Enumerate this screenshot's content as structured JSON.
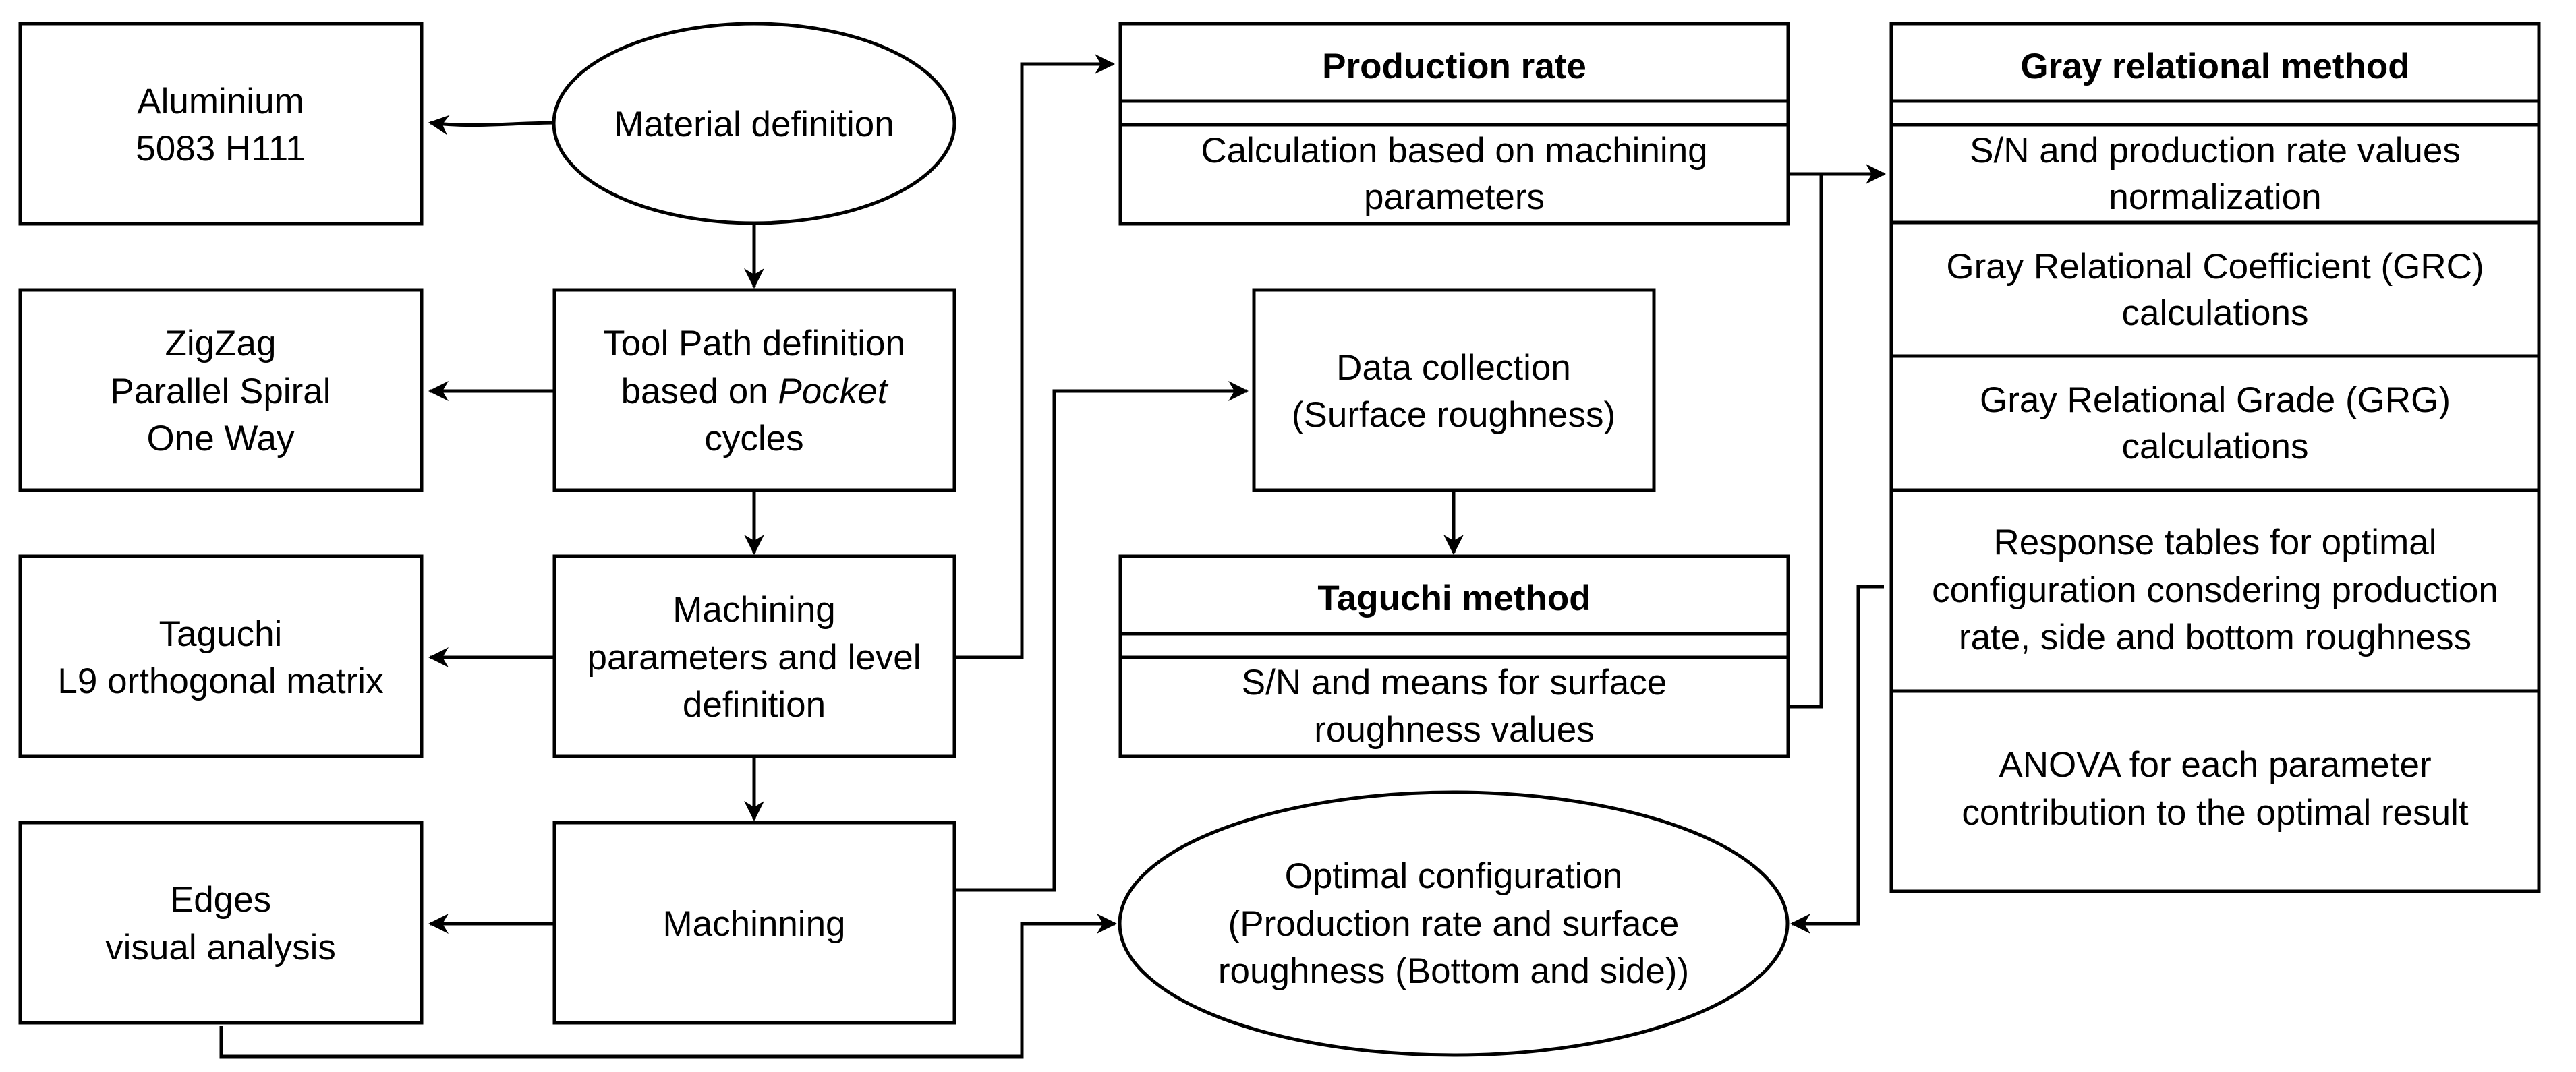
{
  "material": {
    "aluminium": [
      "Aluminium",
      "5083 H111"
    ],
    "definition": "Material definition"
  },
  "toolpath": {
    "strategies": [
      "ZigZag",
      "Parallel Spiral",
      "One Way"
    ],
    "definition_line1": "Tool Path definition",
    "definition_line2_prefix": "based on ",
    "definition_line2_italic": "Pocket",
    "definition_line3": "cycles"
  },
  "parameters": {
    "taguchi": [
      "Taguchi",
      "L9 orthogonal matrix"
    ],
    "definition": [
      "Machining",
      "parameters and level",
      "definition"
    ]
  },
  "machining": {
    "edges": [
      "Edges",
      "visual analysis"
    ],
    "process": "Machinning"
  },
  "production_rate": {
    "title": "Production rate",
    "body": [
      "Calculation based on machining",
      "parameters"
    ]
  },
  "data_collection": [
    "Data collection",
    "(Surface roughness)"
  ],
  "taguchi_method": {
    "title": "Taguchi method",
    "body": [
      "S/N and means for surface",
      "roughness values"
    ]
  },
  "optimal": [
    "Optimal configuration",
    "(Production rate and surface",
    "roughness (Bottom and side))"
  ],
  "gray_relational": {
    "title": "Gray relational method",
    "step1": [
      "S/N and production rate values",
      "normalization"
    ],
    "step2": [
      "Gray Relational Coefficient (GRC)",
      "calculations"
    ],
    "step3": [
      "Gray Relational Grade (GRG)",
      "calculations"
    ],
    "step4": [
      "Response tables for optimal",
      "configuration consdering production",
      "rate, side and bottom roughness"
    ],
    "step5": [
      "ANOVA for each parameter",
      "contribution to the optimal result"
    ]
  }
}
